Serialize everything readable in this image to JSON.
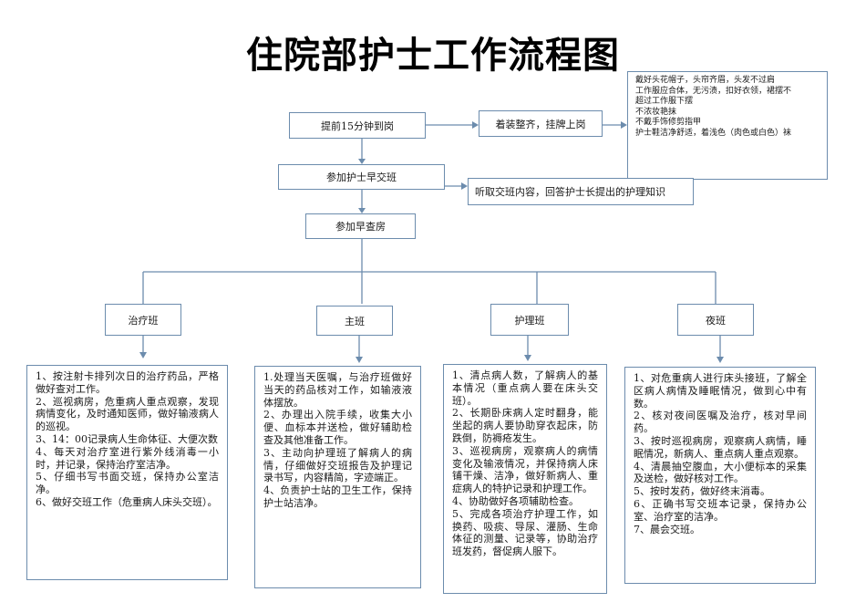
{
  "title": "住院部护士工作流程图",
  "steps": {
    "arrive": "提前15分钟到岗",
    "dress": "着装整齐，挂牌上岗",
    "dress_rules": [
      "戴好头花帽子，头帘齐眉，头发不过肩",
      "工作服应合体，无污渍，扣好衣领，裙摆不",
      "超过工作服下摆",
      "不浓妆艳抹",
      "不戴手饰修剪指甲",
      "护士鞋洁净舒适，着浅色（肉色或白色）袜"
    ],
    "handover": "参加护士早交班",
    "handover_note": "听取交班内容，回答护士长提出的护理知识",
    "rounds": "参加早查房"
  },
  "shifts": [
    {
      "name": "治疗班",
      "duties": [
        "1、按注射卡排列次日的治疗药品，严格做好查对工作。",
        "2、巡视病房，危重病人重点观察，发现病情变化，及时通知医师，做好输液病人的巡视。",
        "3、14：00记录病人生命体征、大便次数",
        "4、每天对治疗室进行紫外线消毒一小时，并记录，保持治疗室洁净。",
        "5、仔细书写书面交班，保持办公室洁净。",
        "6、做好交班工作（危重病人床头交班）。"
      ]
    },
    {
      "name": "主班",
      "duties": [
        "1.处理当天医嘱，与治疗班做好当天的药品核对工作，如输液液体摆放。",
        "2、办理出入院手续，收集大小便、血标本并送检，做好辅助检查及其他准备工作。",
        "3、主动向护理班了解病人的病情，仔细做好交班报告及护理记录书写，内容精简，字迹端正。",
        "4、负责护士站的卫生工作，保持护士站洁净。"
      ]
    },
    {
      "name": "护理班",
      "duties": [
        "1、清点病人数，了解病人的基本情况（重点病人要在床头交班）。",
        "2、长期卧床病人定时翻身，能坐起的病人要协助穿衣起床，防跌倒，防褥疮发生。",
        "3、巡视病房，观察病人的病情变化及输液情况，并保持病人床铺干燥、洁净，做好新病人、重症病人的特护记录和护理工作。",
        "4、协助做好各项辅助检查。",
        "5、完成各项治疗护理工作，如换药、吸痰、导尿、灌肠、生命体征的测量、记录等，协助治疗班发药，督促病人服下。"
      ]
    },
    {
      "name": "夜班",
      "duties": [
        "1、对危重病人进行床头接班，了解全区病人病情及睡眠情况，做到心中有数。",
        "2、核对夜间医嘱及治疗，核对早间药。",
        "3、按时巡视病房，观察病人病情，睡眠情况，新病人、重点病人重点观察。",
        "4、清晨抽空腹血，大小便标本的采集及送检，做好核对工作。",
        "5、按时发药，做好终末消毒。",
        "6、正确书写交班本记录，保持办公室、治疗室的洁净。",
        "7、晨会交班。"
      ]
    }
  ],
  "colors": {
    "border": "#6c8cad",
    "text": "#1a1a1a",
    "title": "#000000"
  }
}
